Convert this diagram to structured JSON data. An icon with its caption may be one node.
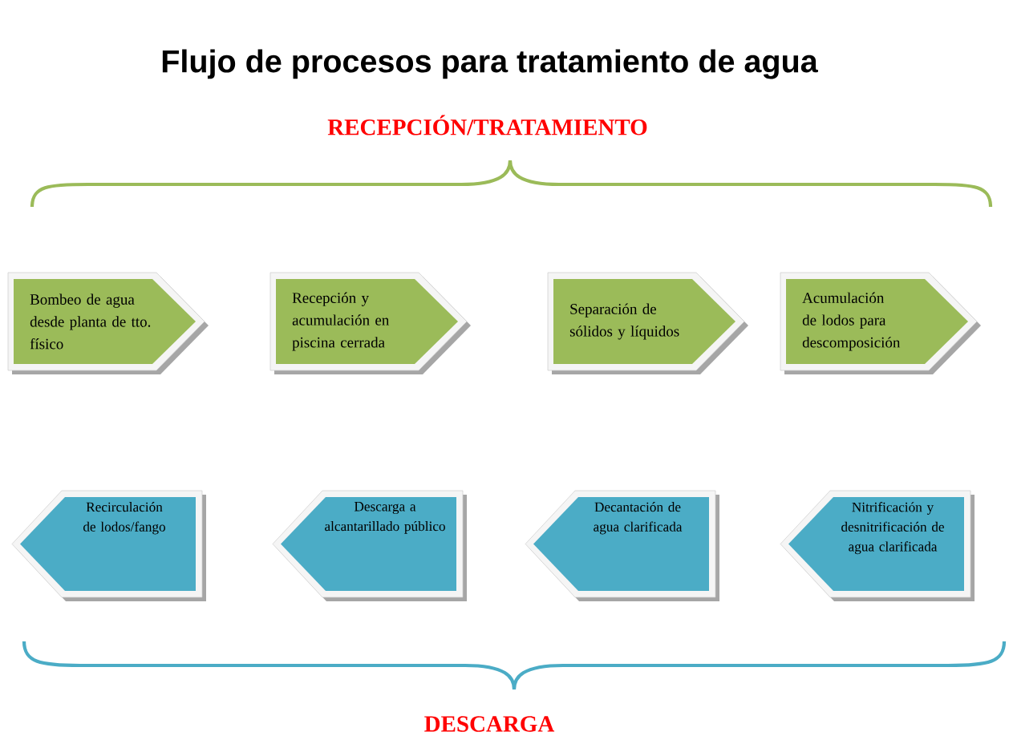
{
  "diagram": {
    "title": "Flujo de procesos para tratamiento de agua",
    "nodes": [
      {
        "text": [
          "Bombeo de agua desde planta de tto. físico"
        ]
      },
      {
        "text": [
          "Recepción y acumulación en piscina cerrada"
        ]
      },
      {
        "text": [
          "Separación de sólidos y líquidos"
        ]
      },
      {
        "text": [
          "Acumulación de lodos para descomposición"
        ]
      },
      {
        "text": [
          "Recirculación de lodos/fango"
        ]
      },
      {
        "text": [
          "Descarga a alcantarillado público"
        ]
      },
      {
        "text": [
          "Decantación de agua clarificada"
        ]
      },
      {
        "text": [
          "Nitrificación y desnitrificación de agua clarificada"
        ]
      }
    ],
    "labels": [
      "RECEPCIÓN/TRATAMIENTO",
      "DESCARGA"
    ]
  }
}
